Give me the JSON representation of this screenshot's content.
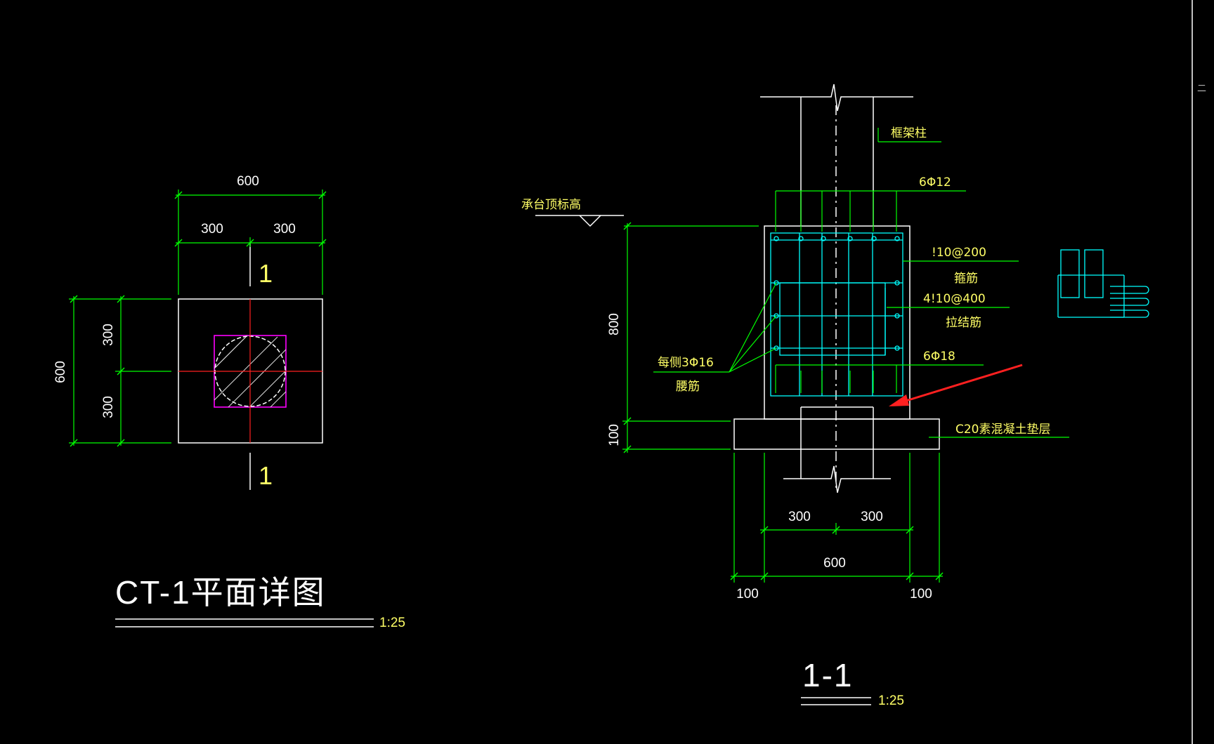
{
  "plan": {
    "dim_top_total": "600",
    "dim_top_left": "300",
    "dim_top_right": "300",
    "dim_left_total": "600",
    "dim_left_top": "300",
    "dim_left_bottom": "300",
    "cut_top": "1",
    "cut_bottom": "1",
    "title": "CT-1平面详图",
    "scale": "1:25"
  },
  "section": {
    "elevation_label": "承台顶标高",
    "column_label": "框架柱",
    "top_bars": "6Φ12",
    "stirrup_spec": "!10@200",
    "stirrup_label": "箍筋",
    "tie_spec": "4!10@400",
    "tie_label": "拉结筋",
    "bottom_bars": "6Φ18",
    "side_bars": "每侧3Φ16",
    "side_label": "腰筋",
    "pad_label": "C20素混凝土垫层",
    "dim_height": "800",
    "dim_pad": "100",
    "dim_bottom_left": "300",
    "dim_bottom_right": "300",
    "dim_bottom_total": "600",
    "dim_edge_left": "100",
    "dim_edge_right": "100",
    "title": "1-1",
    "scale": "1:25"
  },
  "colors": {
    "background": "#000000",
    "dimension": "#00ff00",
    "outline": "#ffffff",
    "rebar": "#00ffff",
    "annotation": "#ffff66",
    "arrow": "#ff2020",
    "pile": "#ff00ff"
  }
}
